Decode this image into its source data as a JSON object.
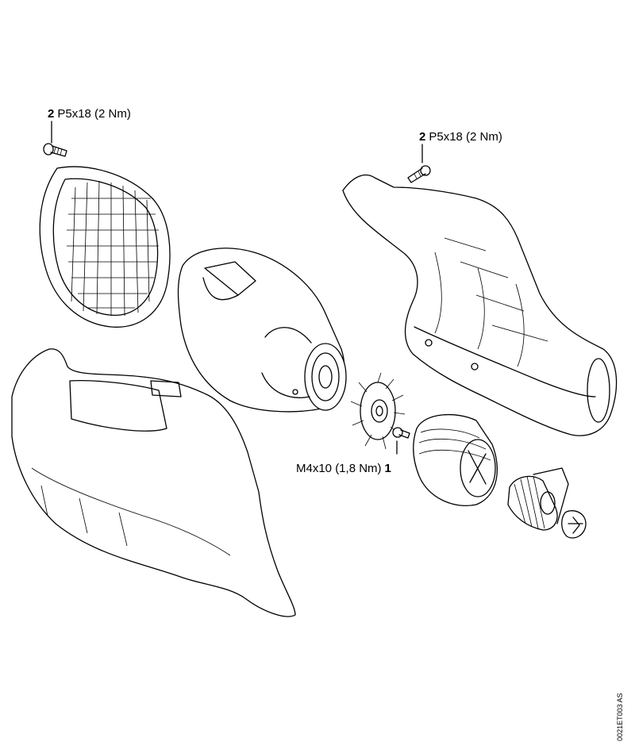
{
  "callouts": {
    "left_screw": {
      "qty": "2",
      "spec": "P5x18 (2 Nm)"
    },
    "right_screw": {
      "qty": "2",
      "spec": "P5x18 (2 Nm)"
    },
    "motor_screw": {
      "spec": "M4x10 (1,8 Nm)",
      "qty": "1"
    }
  },
  "doc_code": "0021ET003 AS",
  "parts": [
    "screw",
    "grille-cover",
    "nozzle-housing",
    "impeller-fan",
    "motor-shroud",
    "electric-motor",
    "brush-holder",
    "lower-housing-shell",
    "upper-housing-half"
  ],
  "colors": {
    "line": "#000000",
    "background": "#ffffff"
  }
}
